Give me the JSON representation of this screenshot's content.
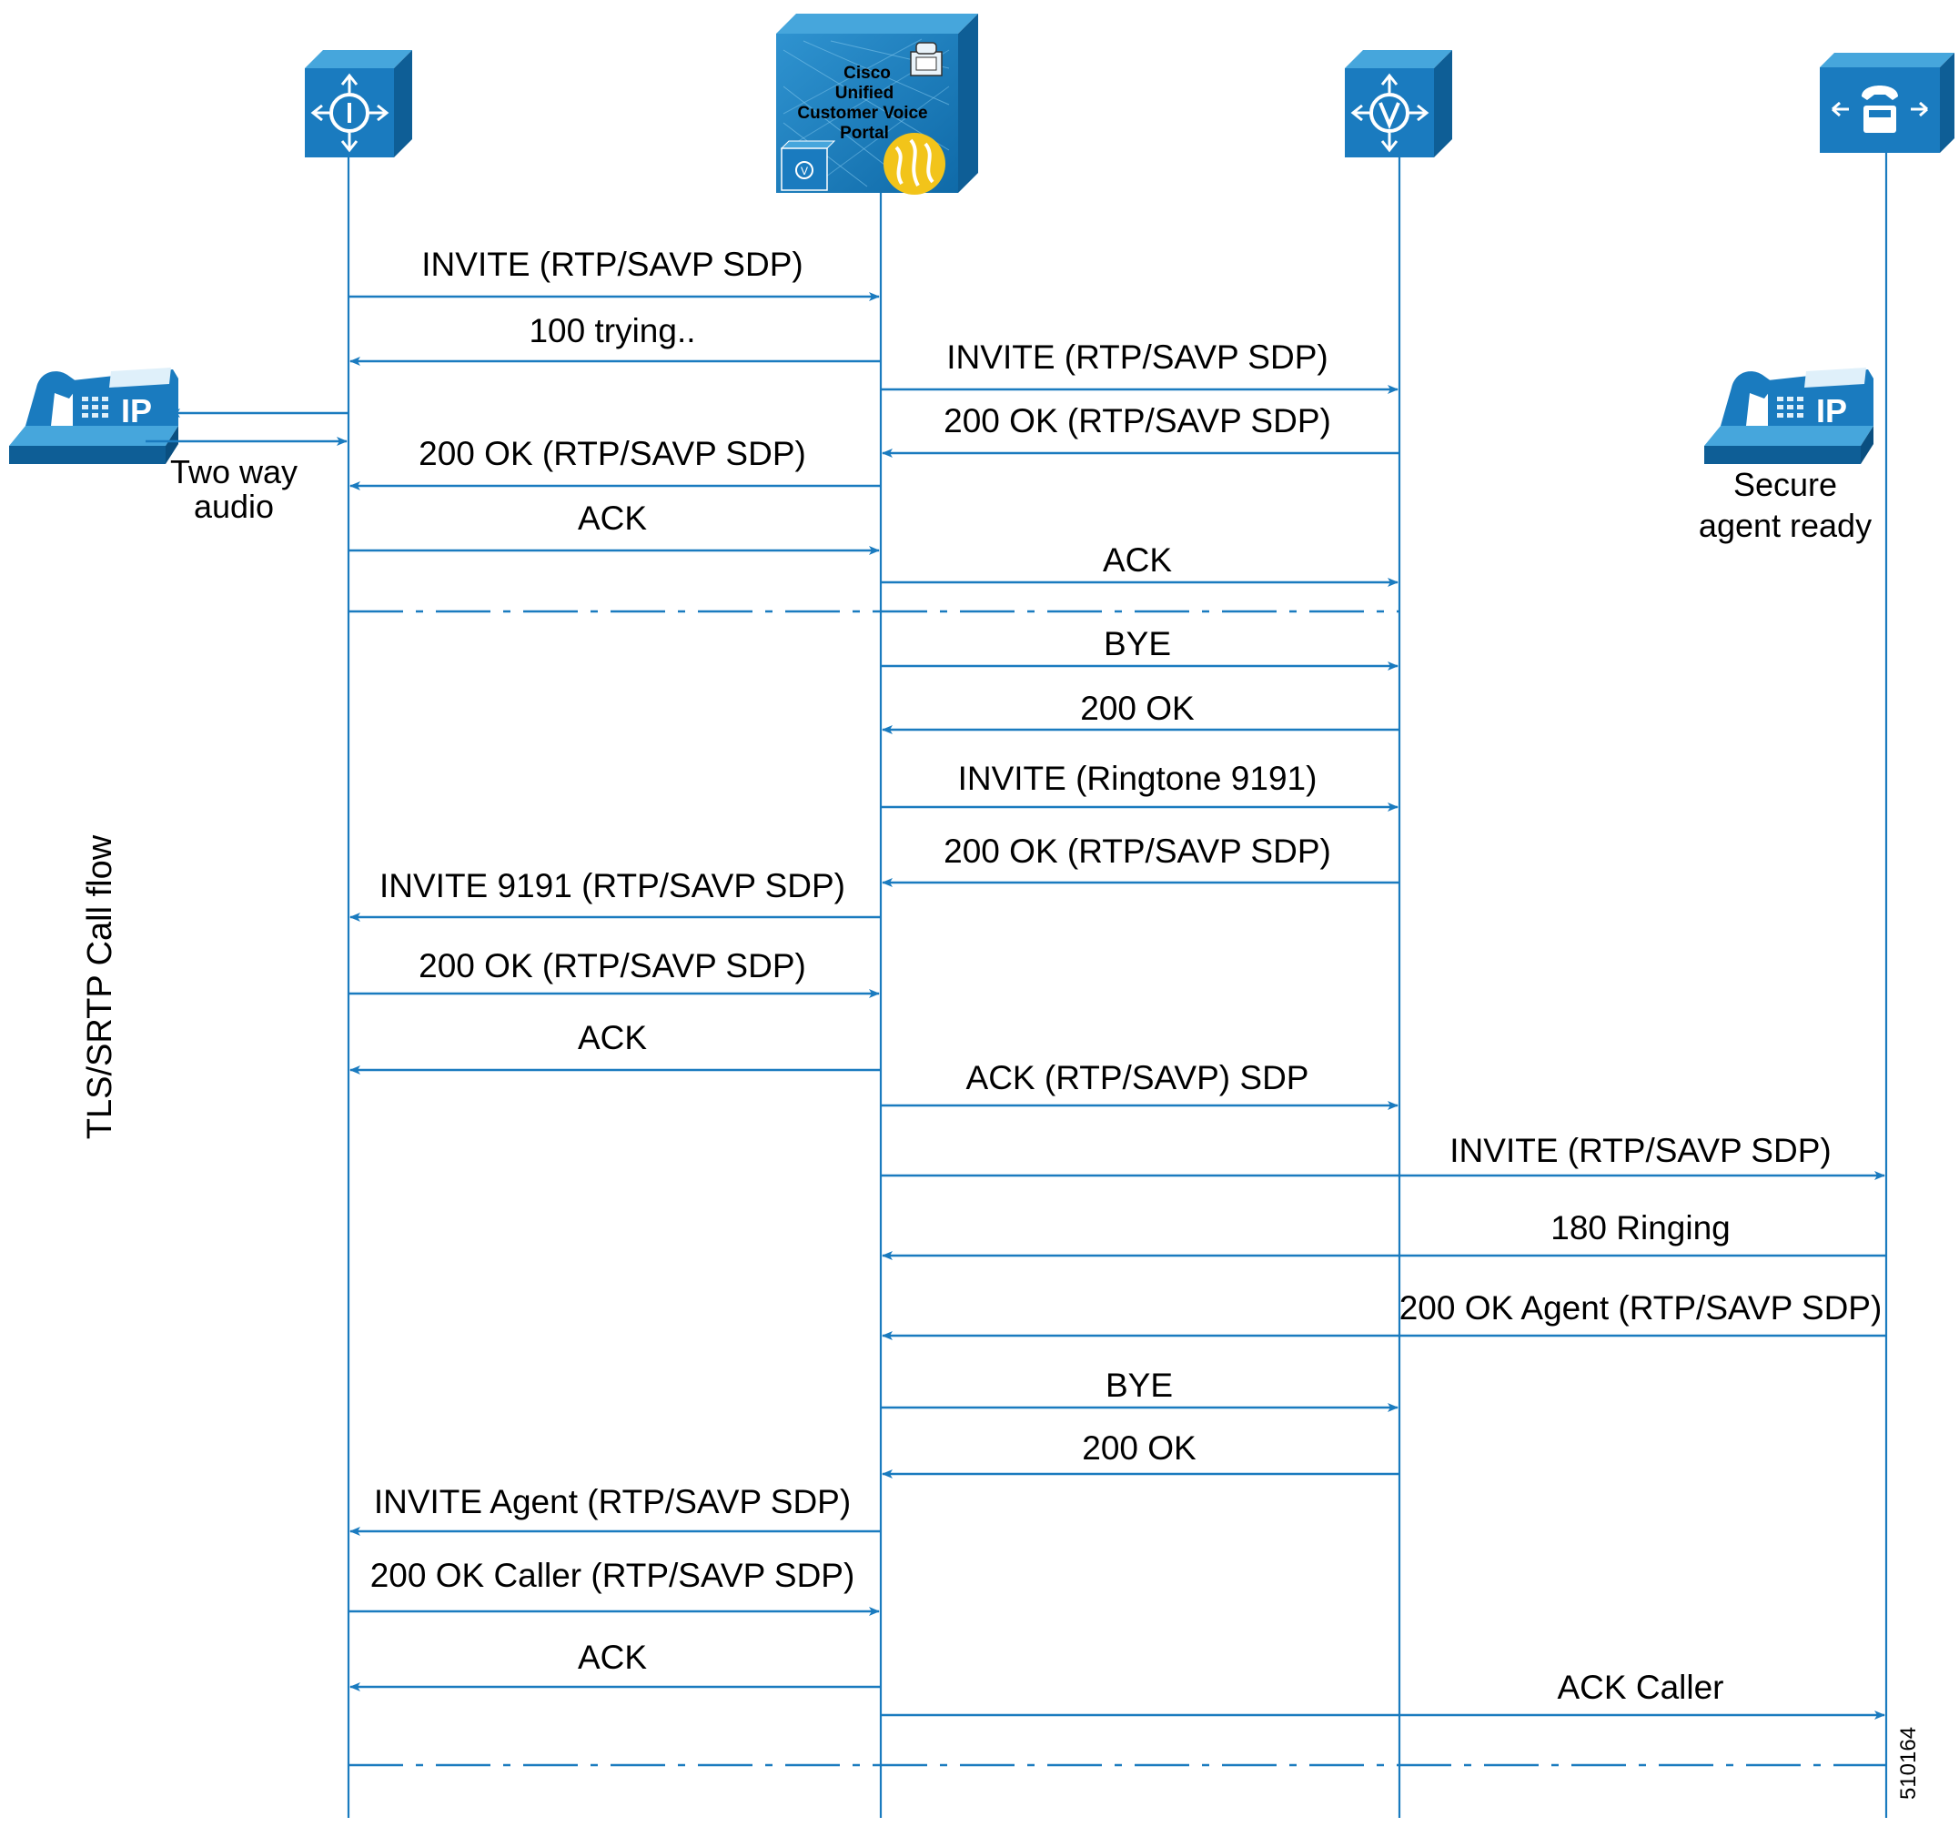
{
  "cvp_label": [
    "Cisco",
    "Unified",
    "Customer Voice",
    "Portal"
  ],
  "icons": {
    "ingress_gateway": "router-i-icon",
    "cvp": "cvp-server-icon",
    "vxml_gateway": "router-v-icon",
    "agent_endpoint": "phone-endpoint-icon",
    "caller_phone": "ip-phone-icon",
    "agent_phone": "ip-phone-icon"
  },
  "colors": {
    "primary": "#1a7bbf",
    "light": "#46a6dc",
    "dark": "#0e5e96",
    "accent": "#f2c41a"
  },
  "phone_text": "IP",
  "caller_note": [
    "Two way",
    "audio"
  ],
  "agent_note": [
    "Secure",
    "agent ready"
  ],
  "side_title": "TLS/SRTP Call flow",
  "figure_id": "510164",
  "messages": [
    {
      "label": "INVITE (RTP/SAVP SDP)"
    },
    {
      "label": "100 trying.."
    },
    {
      "label": "INVITE (RTP/SAVP SDP)"
    },
    {
      "label": "200 OK (RTP/SAVP SDP)"
    },
    {
      "label": "200 OK (RTP/SAVP SDP)"
    },
    {
      "label": "ACK"
    },
    {
      "label": "ACK"
    },
    {
      "label": "BYE"
    },
    {
      "label": "200 OK"
    },
    {
      "label": "INVITE (Ringtone 9191)"
    },
    {
      "label": "200 OK (RTP/SAVP SDP)"
    },
    {
      "label": "INVITE 9191 (RTP/SAVP SDP)"
    },
    {
      "label": "200 OK (RTP/SAVP SDP)"
    },
    {
      "label": "ACK"
    },
    {
      "label": "ACK (RTP/SAVP) SDP"
    },
    {
      "label": "INVITE (RTP/SAVP SDP)"
    },
    {
      "label": "180 Ringing"
    },
    {
      "label": "200 OK Agent (RTP/SAVP SDP)"
    },
    {
      "label": "BYE"
    },
    {
      "label": "200 OK"
    },
    {
      "label": "INVITE Agent (RTP/SAVP SDP)"
    },
    {
      "label": "200 OK Caller (RTP/SAVP SDP)"
    },
    {
      "label": "ACK"
    },
    {
      "label": "ACK Caller"
    }
  ]
}
